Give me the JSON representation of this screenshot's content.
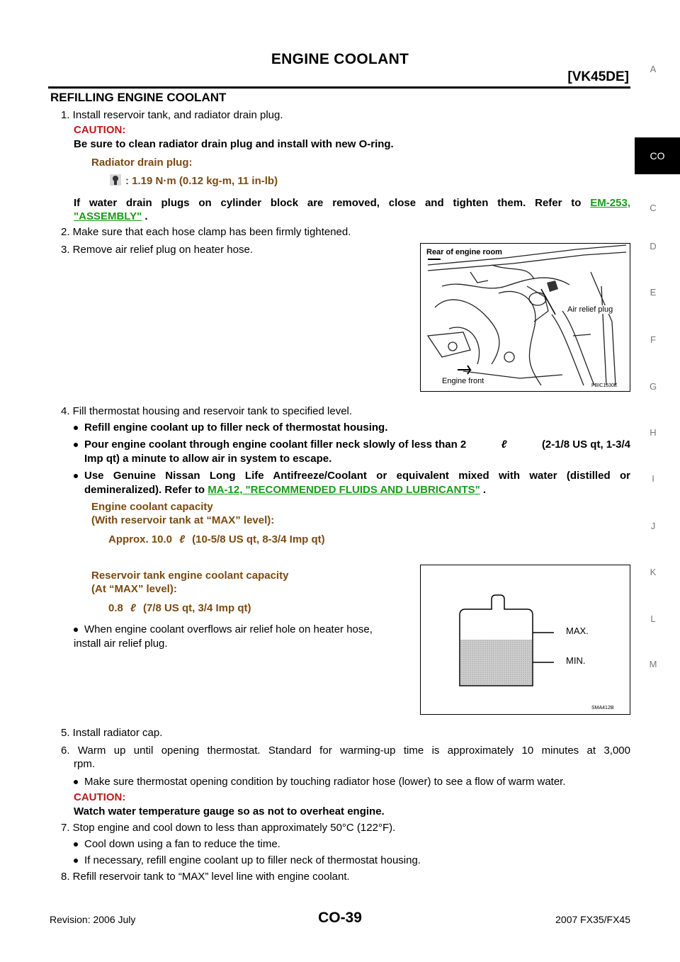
{
  "header": {
    "title": "ENGINE COOLANT",
    "model": "[VK45DE]"
  },
  "section_title": "REFILLING ENGINE COOLANT",
  "steps": {
    "s1": "1. Install reservoir tank, and radiator drain plug.",
    "s1_caution_label": "CAUTION:",
    "s1_caution_text": "Be sure to clean radiator drain plug and install with new O-ring.",
    "s1_spec_label": "Radiator drain plug:",
    "s1_spec_value": ": 1.19 N·m (0.12 kg-m, 11 in-lb)",
    "s1_note_a": "If water drain plugs on cylinder block are removed, close and tighten them. Refer to",
    "s1_link_a": "EM-253,",
    "s1_link_b": "\"ASSEMBLY\"",
    "s1_note_end": " .",
    "s2": "2. Make sure that each hose clamp has been firmly tightened.",
    "s3": "3. Remove air relief plug on heater hose.",
    "s4": "4. Fill thermostat housing and reservoir tank to specified level.",
    "s4_b1": "Refill engine coolant up to filler neck of thermostat housing.",
    "s4_b2_a": "Pour engine coolant through engine coolant filler neck slowly of less than 2",
    "s4_b2_b": "(2-1/8 US qt, 1-3/4",
    "s4_b2_c": "Imp qt) a minute to allow air in system to escape.",
    "s4_b3_a": "Use Genuine Nissan Long Life Antifreeze/Coolant or equivalent mixed with water (distilled or",
    "s4_b3_b": "demineralized). Refer to",
    "s4_b3_link": "MA-12, \"RECOMMENDED FLUIDS AND LUBRICANTS\"",
    "s4_b3_end": " .",
    "cap_label_1": "Engine coolant capacity",
    "cap_label_2": "(With reservoir tank at “MAX” level):",
    "cap_value_a": "Approx. 10.0",
    "cap_value_b": "(10-5/8 US qt, 8-3/4 Imp qt)",
    "res_label_1": "Reservoir tank engine coolant capacity",
    "res_label_2": "(At “MAX” level):",
    "res_value_a": "0.8",
    "res_value_b": "(7/8 US qt, 3/4 Imp qt)",
    "s4_b4_a": "When engine coolant overflows air relief hole on heater hose,",
    "s4_b4_b": "install air relief plug.",
    "s5": "5. Install radiator cap.",
    "s6_a": "6. Warm up until opening thermostat. Standard for warming-up time is approximately 10 minutes at 3,000",
    "s6_b": "rpm.",
    "s6_b1": "Make sure thermostat opening condition by touching radiator hose (lower) to see a flow of warm water.",
    "s6_caution_label": "CAUTION:",
    "s6_caution_text": "Watch water temperature gauge so as not to overheat engine.",
    "s7": "7. Stop engine and cool down to less than approximately 50°C (122°F).",
    "s7_b1": "Cool down using a fan to reduce the time.",
    "s7_b2": "If necessary, refill engine coolant up to filler neck of thermostat housing.",
    "s8": "8. Refill reservoir tank to “MAX” level line with engine coolant.",
    "liter_symbol": "ℓ"
  },
  "figure1": {
    "label_top": "Rear of engine room",
    "label_relief": "Air relief plug",
    "label_front": "Engine front",
    "code": "PBIC1530E"
  },
  "figure2": {
    "max": "MAX.",
    "min": "MIN.",
    "code": "SMA412B"
  },
  "side_tabs": [
    "A",
    "CO",
    "C",
    "D",
    "E",
    "F",
    "G",
    "H",
    "I",
    "J",
    "K",
    "L",
    "M"
  ],
  "active_tab": "CO",
  "footer": {
    "revision": "Revision: 2006 July",
    "page": "CO-39",
    "model": "2007 FX35/FX45"
  }
}
